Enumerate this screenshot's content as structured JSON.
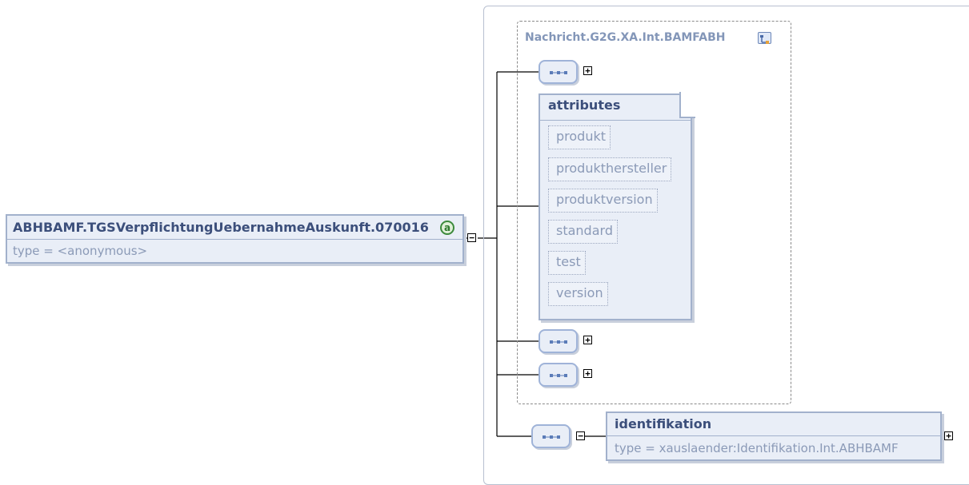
{
  "root": {
    "name": "ABHBAMF.TGSVerpflichtungUebernahmeAuskunft.070016",
    "type": "type = <anonymous>",
    "attr_icon": "a"
  },
  "group": {
    "title": "Nachricht.G2G.XA.Int.BAMFABH"
  },
  "attributes": {
    "header": "attributes",
    "items": [
      "produkt",
      "produkthersteller",
      "produktversion",
      "standard",
      "test",
      "version"
    ]
  },
  "identifikation": {
    "name": "identifikation",
    "type": "type = xauslaender:Identifikation.Int.ABHBAMF"
  },
  "toggles": {
    "plus": "+",
    "minus": "−"
  },
  "colors": {
    "title_text": "#3c4f7b",
    "muted_text": "#8b9ab7",
    "box_fill": "#e9eef7",
    "box_border": "#a2b1cc"
  }
}
